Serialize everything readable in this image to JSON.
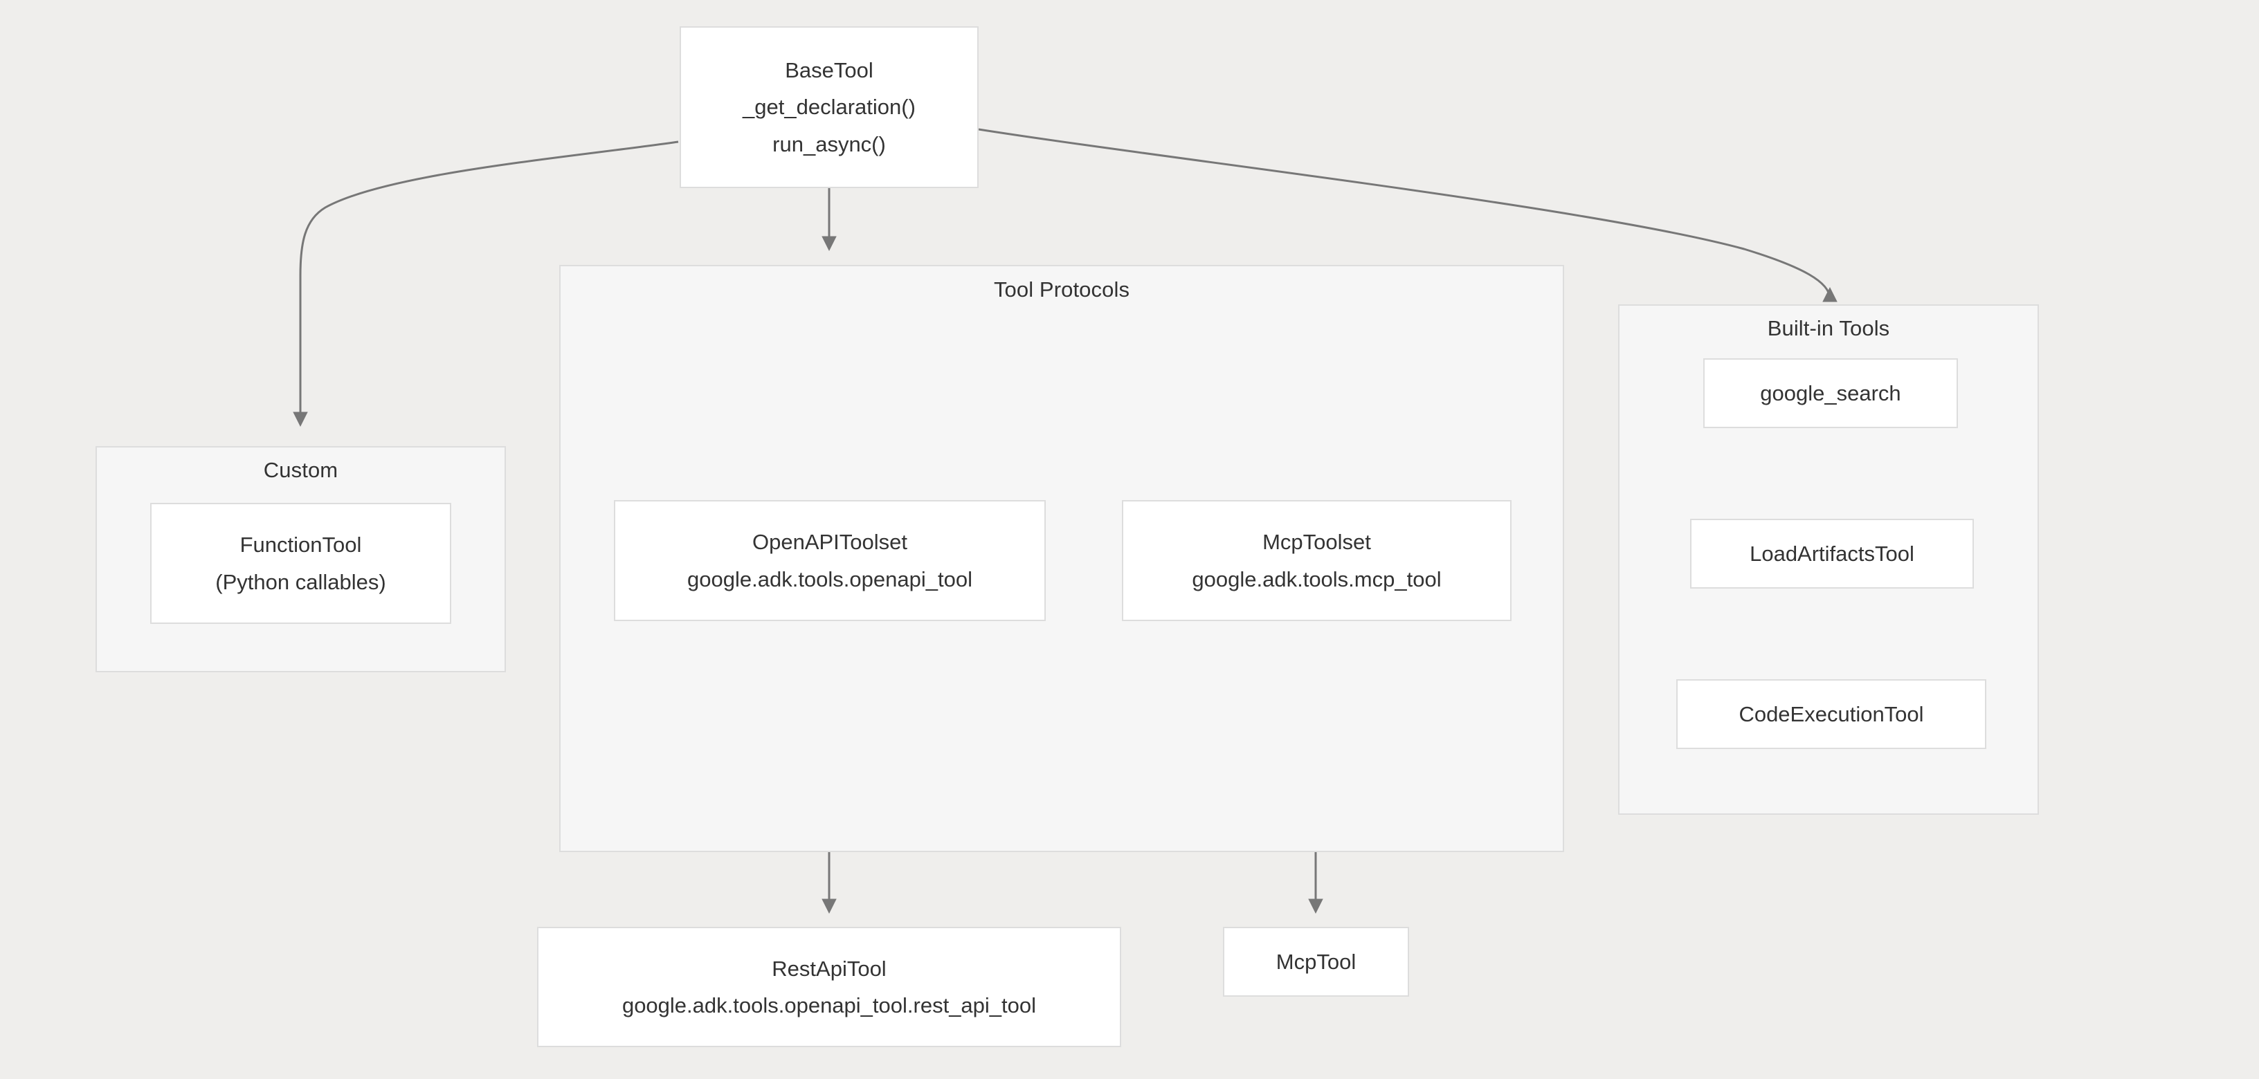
{
  "diagram": {
    "type": "flowchart",
    "title": "BaseTool class hierarchy and tool categories",
    "background_color": "#EFEEEC",
    "node_fill": "#FFFFFF",
    "group_fill": "#F6F6F6",
    "border_color": "#DDDDDD",
    "edge_color": "#666666",
    "text_color": "#333333"
  },
  "nodes": {
    "base_tool": {
      "line1": "BaseTool",
      "line2": "_get_declaration()",
      "line3": "run_async()"
    },
    "function_tool": {
      "line1": "FunctionTool",
      "line2": "(Python callables)"
    },
    "openapi_toolset": {
      "line1": "OpenAPIToolset",
      "line2": "google.adk.tools.openapi_tool"
    },
    "mcp_toolset": {
      "line1": "McpToolset",
      "line2": "google.adk.tools.mcp_tool"
    },
    "rest_api_tool": {
      "line1": "RestApiTool",
      "line2": "google.adk.tools.openapi_tool.rest_api_tool"
    },
    "mcp_tool": {
      "line1": "McpTool"
    },
    "google_search": {
      "line1": "google_search"
    },
    "load_artifacts_tool": {
      "line1": "LoadArtifactsTool"
    },
    "code_execution_tool": {
      "line1": "CodeExecutionTool"
    }
  },
  "groups": {
    "custom": {
      "label": "Custom"
    },
    "tool_protocols": {
      "label": "Tool Protocols"
    },
    "builtin_tools": {
      "label": "Built-in Tools"
    }
  },
  "edges": [
    {
      "from": "base_tool",
      "to": "custom",
      "style": "curved-arrow"
    },
    {
      "from": "base_tool",
      "to": "tool_protocols",
      "style": "straight-arrow"
    },
    {
      "from": "base_tool",
      "to": "builtin_tools",
      "style": "curved-arrow"
    },
    {
      "from": "openapi_toolset",
      "to": "rest_api_tool",
      "style": "straight-arrow"
    },
    {
      "from": "mcp_toolset",
      "to": "mcp_tool",
      "style": "straight-arrow"
    }
  ]
}
